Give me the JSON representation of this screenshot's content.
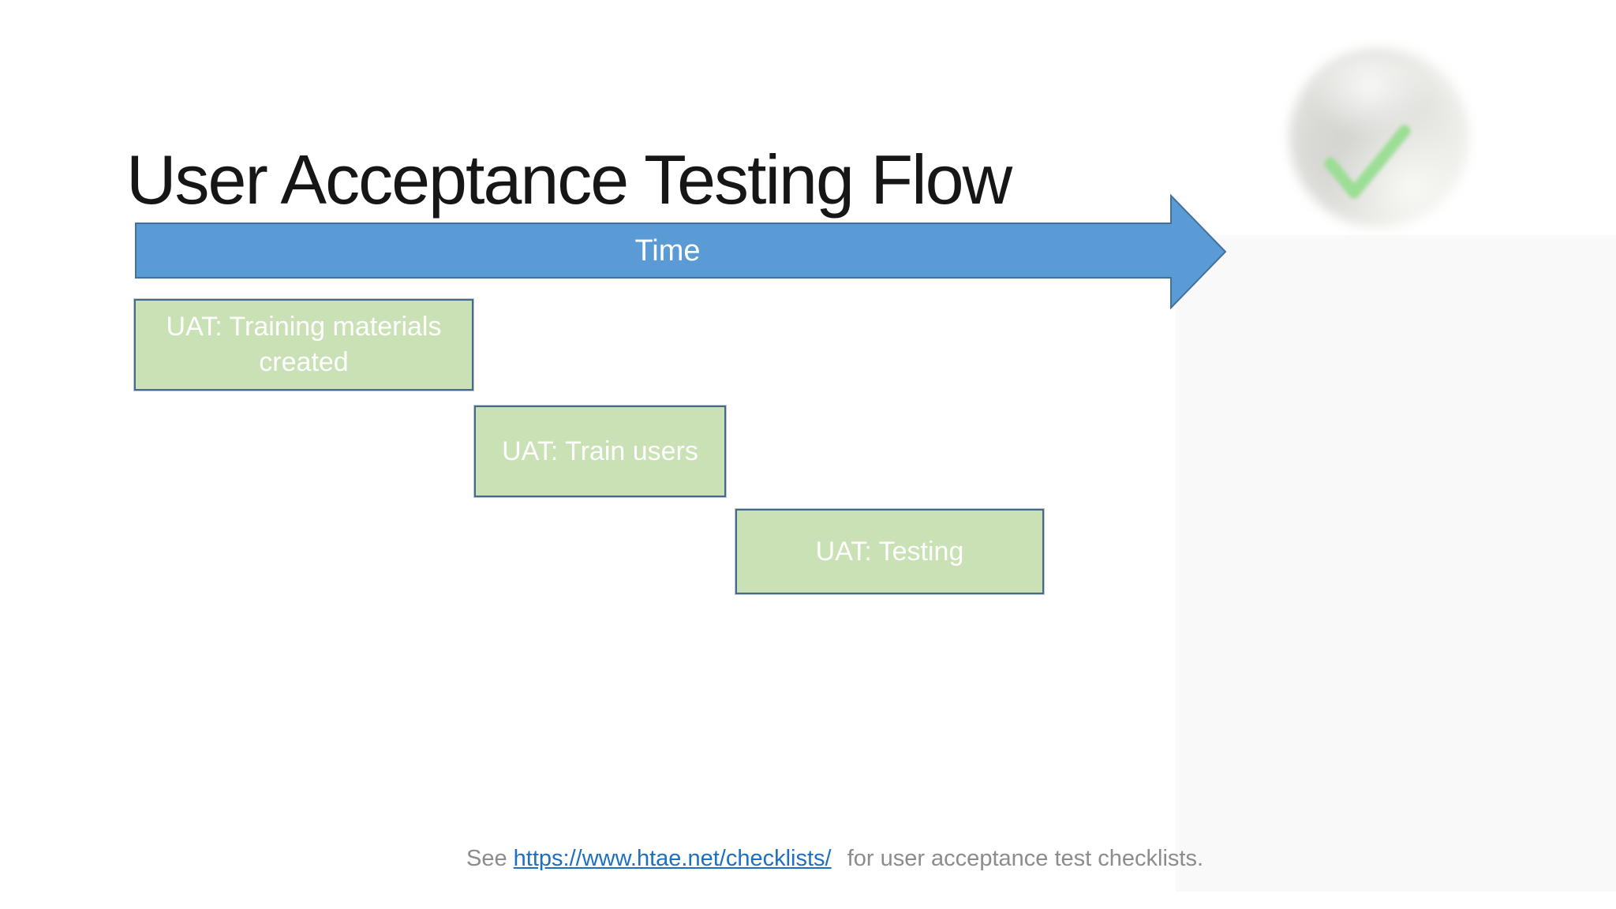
{
  "slide": {
    "title": "User Acceptance Testing Flow",
    "timeline": {
      "label": "Time"
    },
    "tasks": [
      {
        "label": "UAT: Training materials created"
      },
      {
        "label": "UAT: Train users"
      },
      {
        "label": "UAT: Testing"
      }
    ],
    "footer": {
      "prefix": "See",
      "link_text": "https://www.htae.net/checklists/",
      "link_href": "https://www.htae.net/checklists/",
      "suffix": "for user acceptance test checklists."
    },
    "watermark": {
      "icon": "check-icon"
    },
    "colors": {
      "arrow_fill": "#5B9BD5",
      "arrow_border": "#41719C",
      "task_fill": "#C9E1B5",
      "task_border": "#46688C",
      "link_blue": "#1E6FC0",
      "footer_gray": "#8C8C8C",
      "check_green": "#9ADE92"
    }
  }
}
